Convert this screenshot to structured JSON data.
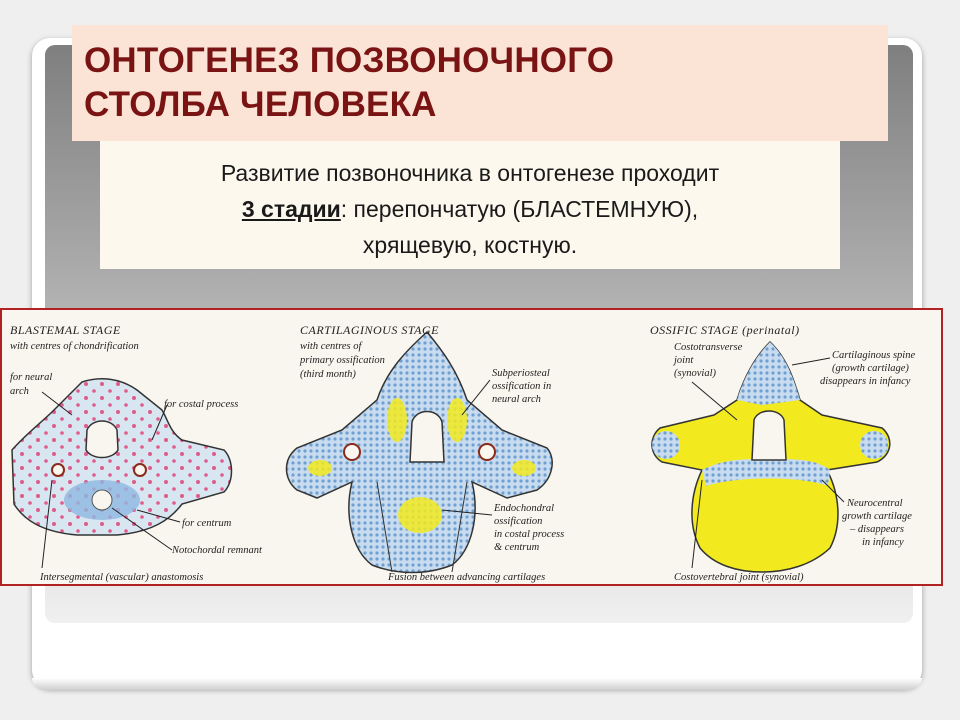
{
  "slide": {
    "title_line1": "ОНТОГЕНЕЗ ПОЗВОНОЧНОГО",
    "title_line2": "СТОЛБА ЧЕЛОВЕКА",
    "subtitle_line1": "Развитие позвоночника в онтогенезе проходит",
    "subtitle_bold": "3 стадии",
    "subtitle_line2_rest": ": перепончатую (БЛАСТЕМНУЮ),",
    "subtitle_line3": "хрящевую, костную."
  },
  "figure": {
    "blastemal": {
      "heading": "BLASTEMAL STAGE",
      "subheading": "with centres of chondrification",
      "labels": {
        "neural_arch_1": "for neural",
        "neural_arch_2": "arch",
        "costal": "for costal process",
        "centrum": "for centrum",
        "notochordal": "Notochordal remnant",
        "intersegmental": "Intersegmental (vascular) anastomosis"
      }
    },
    "cartilaginous": {
      "heading": "CARTILAGINOUS STAGE",
      "sub1": "with centres of",
      "sub2": "primary ossification",
      "sub3": "(third month)",
      "labels": {
        "subperiosteal_1": "Subperiosteal",
        "subperiosteal_2": "ossification in",
        "subperiosteal_3": "neural arch",
        "endochondral_1": "Endochondral",
        "endochondral_2": "ossification",
        "endochondral_3": "in costal process",
        "endochondral_4": "& centrum",
        "fusion": "Fusion between advancing cartilages"
      }
    },
    "ossific": {
      "heading": "OSSIFIC STAGE (perinatal)",
      "labels": {
        "costotransverse_1": "Costotransverse",
        "costotransverse_2": "joint",
        "costotransverse_3": "(synovial)",
        "spine_1": "Cartilaginous spine",
        "spine_2": "(growth cartilage)",
        "spine_3": "disappears in infancy",
        "neurocentral_1": "Neurocentral",
        "neurocentral_2": "growth cartilage",
        "neurocentral_3": "– disappears",
        "neurocentral_4": "in infancy",
        "costovertebral": "Costovertebral joint (synovial)"
      }
    },
    "colors": {
      "blastema": "#cfe0f0",
      "cartilage": "#a9c8e6",
      "bone": "#f2ea1e",
      "dots": "#e05a8a",
      "border": "#b22222"
    }
  }
}
